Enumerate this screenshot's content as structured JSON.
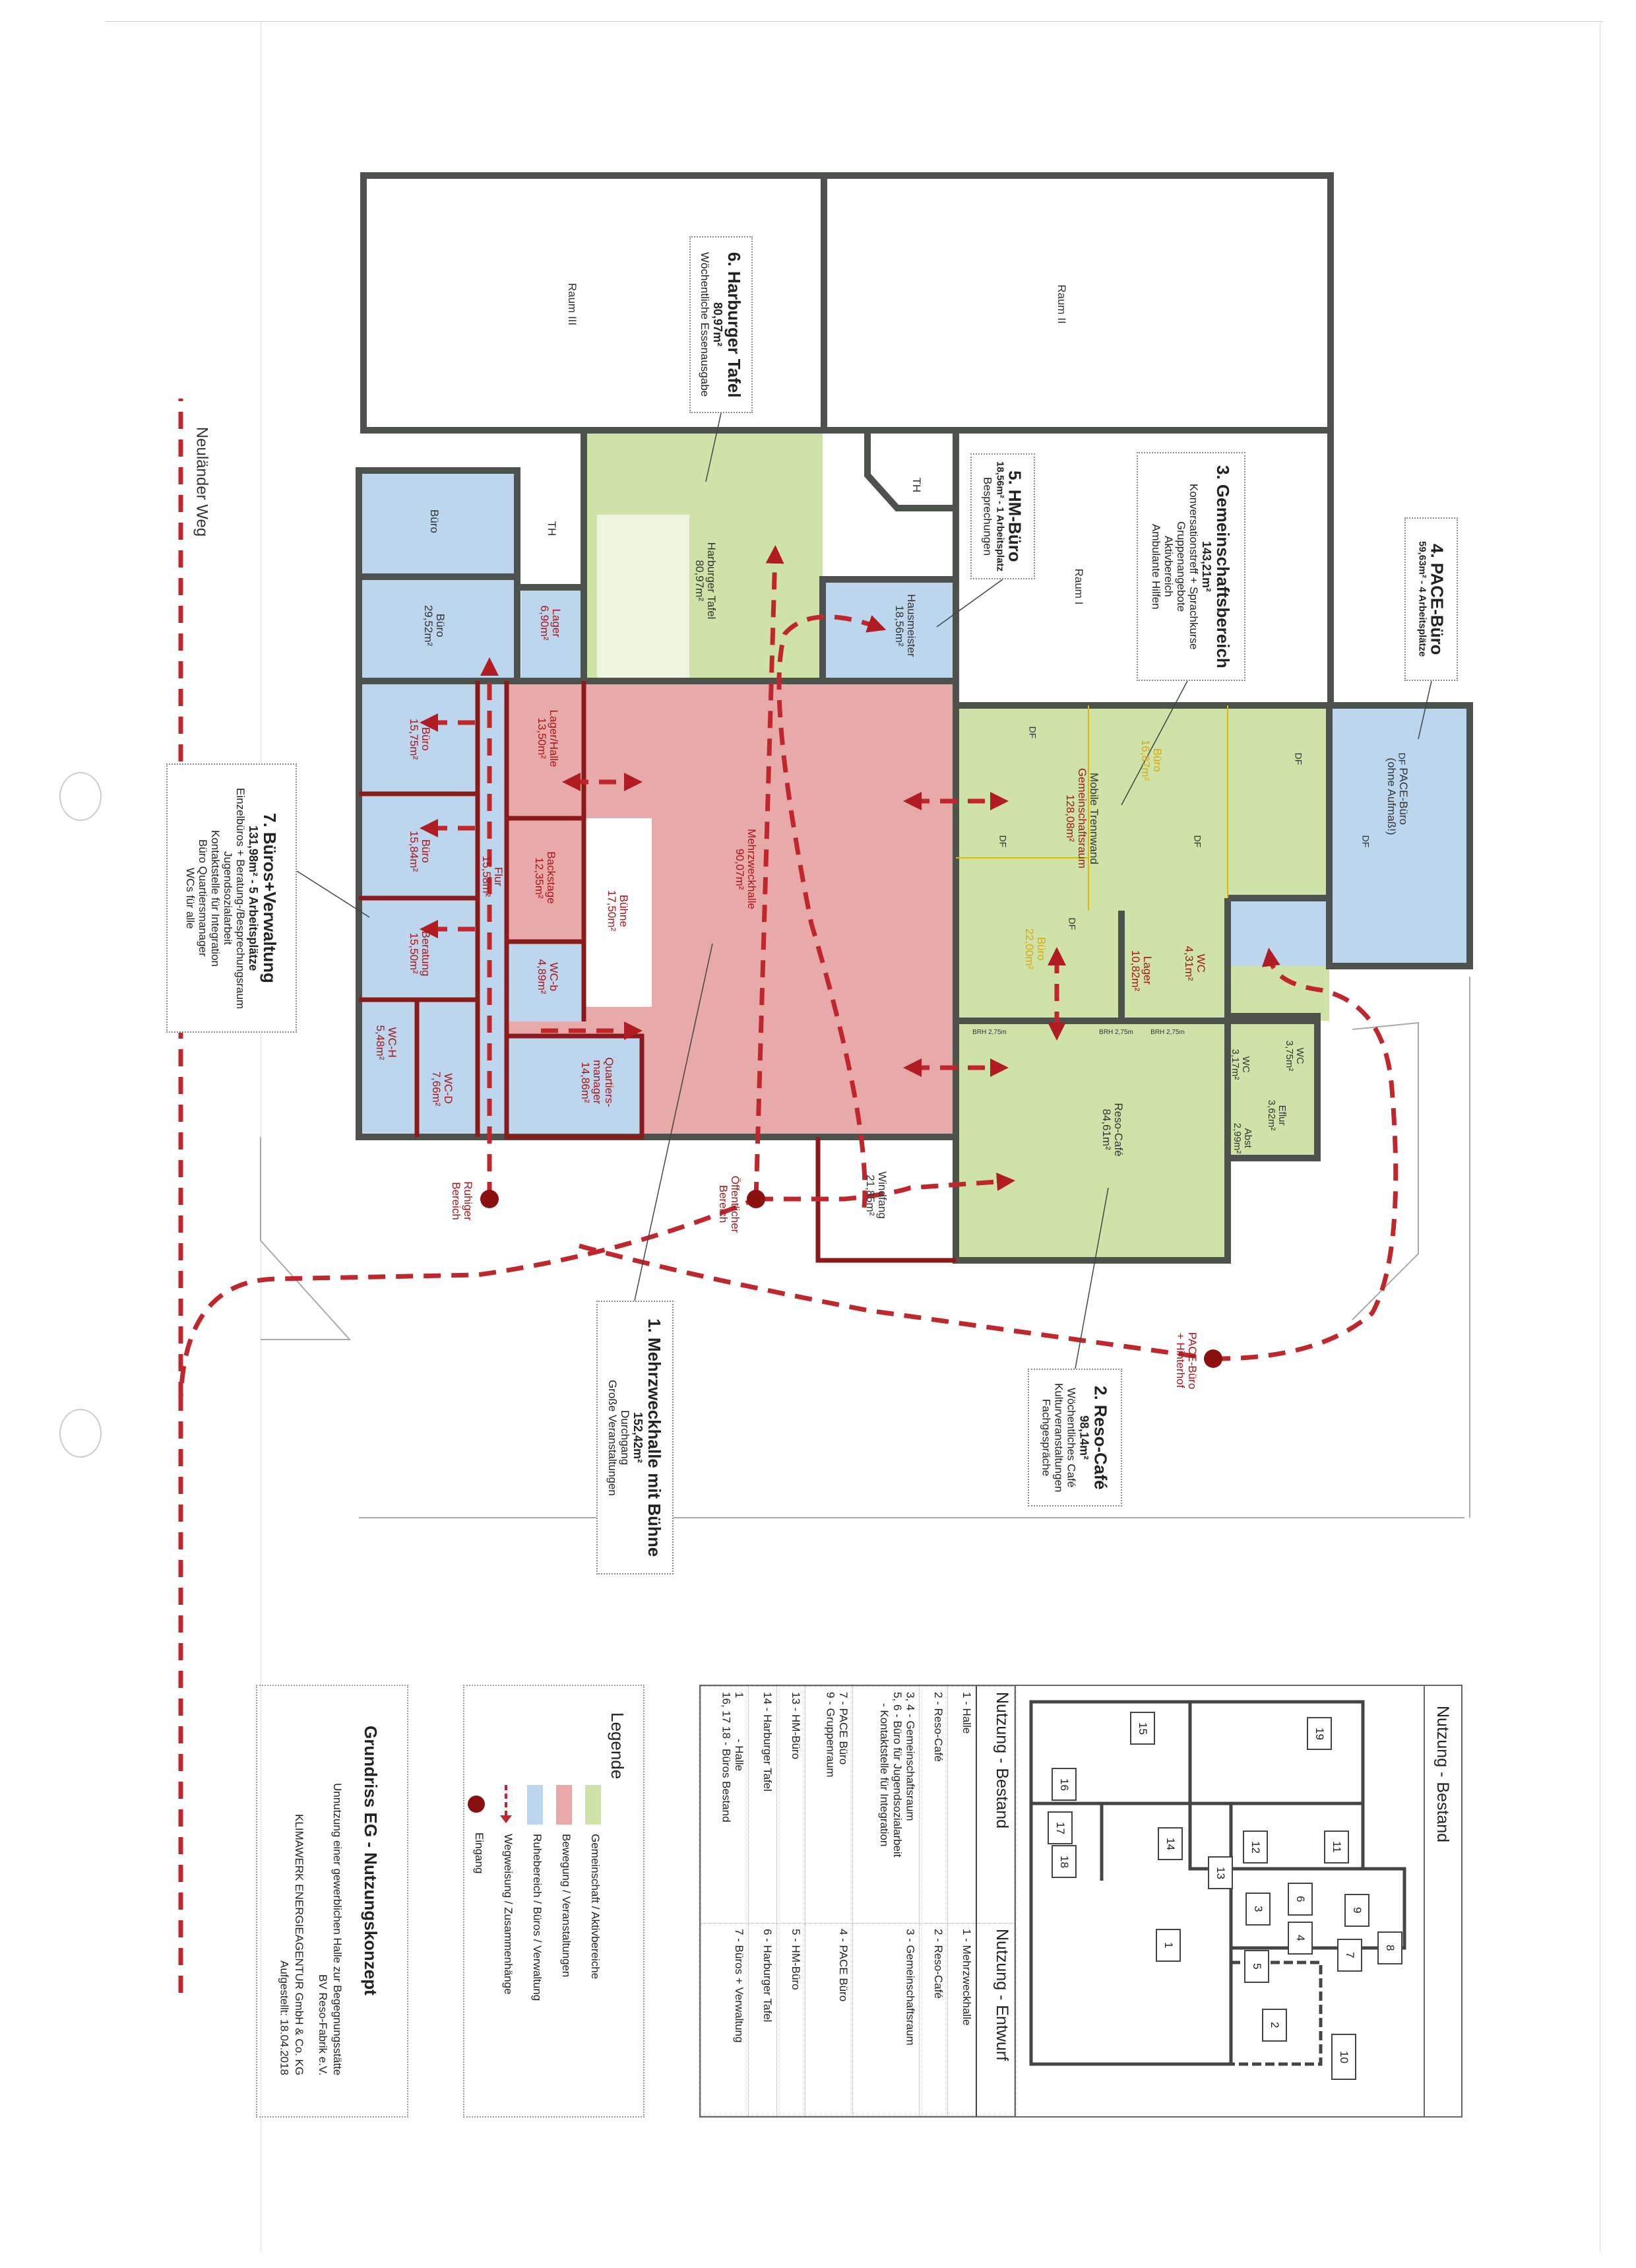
{
  "street": {
    "name": "Neuländer Weg"
  },
  "rooms": {
    "raum_iii": "Raum III",
    "raum_ii": "Raum II",
    "raum_i": "Raum I",
    "th": "TH",
    "buero_top": "Büro",
    "buero_2952": {
      "name": "Büro",
      "area": "29,52m²"
    },
    "lager_690": {
      "name": "Lager",
      "area": "6,90m²"
    },
    "harburger_tafel": {
      "name": "Harburger Tafel",
      "area": "80,97m²"
    },
    "hausmeister": {
      "name": "Hausmeister",
      "area": "18,56m²"
    },
    "buero_1575": {
      "name": "Büro",
      "area": "15,75m²"
    },
    "buero_1584": {
      "name": "Büro",
      "area": "15,84m²"
    },
    "beratung": {
      "name": "Beratung",
      "area": "15,50m²"
    },
    "wc_h": {
      "name": "WC-H",
      "area": "5,48m²"
    },
    "wc_d": {
      "name": "WC-D",
      "area": "7,66m²"
    },
    "flur": {
      "name": "Flur",
      "area": "15,58m²"
    },
    "lager_halle": {
      "name": "Lager/Halle",
      "area": "13,50m²"
    },
    "backstage": {
      "name": "Backstage",
      "area": "12,35m²"
    },
    "wc_b": {
      "name": "WC-b",
      "area": "4,89m²"
    },
    "quartiersmanager": {
      "name": "Quartiers-",
      "name2": "manager",
      "area": "14,86m²"
    },
    "buehne": {
      "name": "Bühne",
      "area": "17,50m²"
    },
    "mehrzweckhalle": {
      "name": "Mehrzweckhalle",
      "area": "90,07m²"
    },
    "gemeinschaftsraum": {
      "note": "Mobile Trennwand",
      "name": "Gemeinschaftsraum",
      "area": "128,08m²"
    },
    "buero_1687": {
      "name": "Büro",
      "area": "16,87m²"
    },
    "buero_2200": {
      "name": "Büro",
      "area": "22,00m²"
    },
    "lager_1082": {
      "name": "Lager",
      "area": "10,82m²"
    },
    "wc_431": {
      "name": "WC",
      "area": "4,31m²"
    },
    "pace_buero": {
      "name": "PACE-Büro",
      "note": "(ohne Aufmaß!)"
    },
    "reso_cafe": {
      "name": "Reso-Café",
      "area": "84,61m²"
    },
    "wc_317": {
      "name": "WC",
      "area": "3,17m²"
    },
    "wc_375": {
      "name": "WC",
      "area": "3,75m²"
    },
    "eflur": {
      "name": "Eflur",
      "area": "3,62m²"
    },
    "abst": {
      "name": "Abst",
      "area": "2,99m²"
    },
    "windfang": {
      "name": "Windfang",
      "area": "21,85m²"
    },
    "df": "DF",
    "brh": "BRH 2,75m"
  },
  "entrances": {
    "ruhiger": [
      "Ruhiger",
      "Bereich"
    ],
    "oeffentlich": [
      "Öffentlicher",
      "Bereich"
    ],
    "pace": [
      "PACE-Büro",
      "+ Hinterhof"
    ]
  },
  "callouts": [
    {
      "title": "1. Mehrzweckhalle mit Bühne",
      "area": "152,42m²",
      "lines": [
        "Durchgang",
        "Große Veranstaltungen"
      ]
    },
    {
      "title": "2. Reso-Café",
      "area": "98,14m²",
      "lines": [
        "Wöchentliches Café",
        "Kulturveranstaltungen",
        "Fachgespräche"
      ]
    },
    {
      "title": "3. Gemeinschaftsbereich",
      "area": "143,21m²",
      "lines": [
        "Konversationstreff + Sprachkurse",
        "Gruppenangebote",
        "Aktivbereich",
        "Ambulante Hilfen"
      ]
    },
    {
      "title": "4. PACE-Büro",
      "area": "59,63m² - 4 Arbeitsplätze",
      "lines": []
    },
    {
      "title": "5. HM-Büro",
      "area": "18,56m² - 1 Arbeitsplatz",
      "lines": [
        "Besprechungen"
      ]
    },
    {
      "title": "6. Harburger Tafel",
      "area": "80,97m²",
      "lines": [
        "Wöchentliche Essenausgabe"
      ]
    },
    {
      "title": "7. Büros+Verwaltung",
      "area": "131,98m² - 5 Arbeitsplätze",
      "lines": [
        "Einzelbüros + Beratung-/Besprechungsraum",
        "Jugendsozialarbeit",
        "Kontaktstelle für Integration",
        "Büro Quartiersmanager",
        "WCs für alle"
      ]
    }
  ],
  "legend": {
    "title": "Legende",
    "items": [
      {
        "label": "Gemeinschaft / Aktivbereiche",
        "color": "#cfe3a8",
        "kind": "swatch"
      },
      {
        "label": "Bewegung / Veranstaltungen",
        "color": "#e8aaa8",
        "kind": "swatch"
      },
      {
        "label": "Ruhebereich / Büros / Verwaltung",
        "color": "#bcd6ee",
        "kind": "swatch"
      },
      {
        "label": "Wegweisung / Zusammenhänge",
        "color": "#c0272d",
        "kind": "arrow"
      },
      {
        "label": "Eingang",
        "color": "#8b1010",
        "kind": "dot"
      }
    ]
  },
  "title_block": {
    "title": "Grundriss EG - Nutzungskonzept",
    "subtitle": "Unnutzung einer gewerblichen Halle zur Begegnungsstätte",
    "client": "BV Reso-Fabrik e.V.",
    "company": "KLIMAWERK ENERGIEAGENTUR GmbH & Co. KG",
    "date": "Aufgestellt: 18.04.2018"
  },
  "nutzung": {
    "plan_title": "Nutzung - Bestand",
    "mini_labels": [
      "1",
      "2",
      "3",
      "4",
      "5",
      "6",
      "7",
      "8",
      "9",
      "10",
      "11",
      "12",
      "13",
      "14",
      "15",
      "16",
      "17",
      "18",
      "19"
    ],
    "headers": [
      "Nutzung - Bestand",
      "Nutzung - Entwurf"
    ],
    "rows": [
      {
        "bestand": [
          "1 - Halle"
        ],
        "entwurf": "1 - Mehrzweckhalle"
      },
      {
        "bestand": [
          "2 - Reso-Café"
        ],
        "entwurf": "2 - Reso-Café"
      },
      {
        "bestand": [
          "3, 4 - Gemeinschaftsraum",
          "5, 6 - Büro für Jugendsozialarbeit",
          "- Kontaktstelle für Integration"
        ],
        "entwurf": "3 - Gemeinschaftsraum"
      },
      {
        "bestand": [
          "7 - PACE Büro",
          "9 - Gruppenraum"
        ],
        "entwurf": "4 - PACE Büro"
      },
      {
        "bestand": [
          "13 - HM-Büro"
        ],
        "entwurf": "5 - HM-Büro"
      },
      {
        "bestand": [
          "14 - Harburger Tafel"
        ],
        "entwurf": "6 - Harburger Tafel"
      },
      {
        "bestand": [
          "1             - Halle",
          "16, 17 18 - Büros Bestand"
        ],
        "entwurf": "7 - Büros + Verwaltung"
      }
    ]
  },
  "colors": {
    "green": "#cfe3a8",
    "red": "#e8aaa8",
    "blue": "#bcd6ee",
    "wall": "#4d524d",
    "path": "#c0272d",
    "entrance": "#8b1010"
  }
}
